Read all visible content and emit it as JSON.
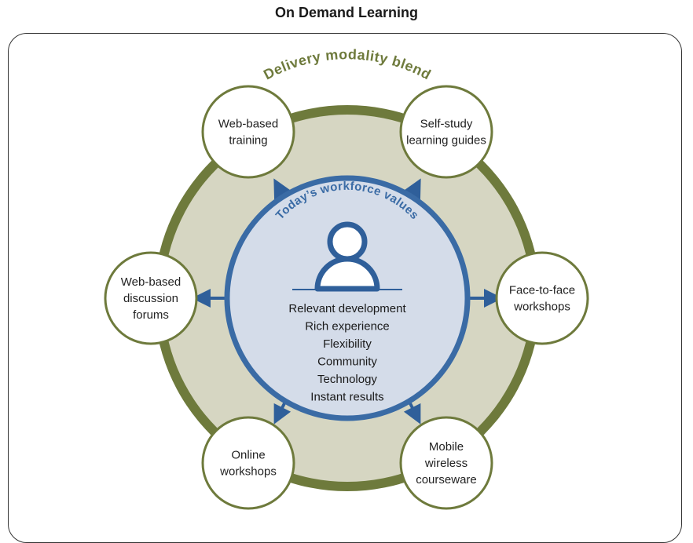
{
  "title": "On Demand Learning",
  "outer_label": "Delivery modality blend",
  "inner_label": "Today’s workforce values",
  "values": [
    "Relevant development",
    "Rich experience",
    "Flexibility",
    "Community",
    "Technology",
    "Instant results"
  ],
  "modalities": [
    {
      "id": "web-based-training",
      "lines": [
        "Web-based",
        "training"
      ]
    },
    {
      "id": "self-study-learning-guides",
      "lines": [
        "Self-study",
        "learning guides"
      ]
    },
    {
      "id": "face-to-face-workshops",
      "lines": [
        "Face-to-face",
        "workshops"
      ]
    },
    {
      "id": "mobile-wireless-courseware",
      "lines": [
        "Mobile",
        "wireless",
        "courseware"
      ]
    },
    {
      "id": "online-workshops",
      "lines": [
        "Online",
        "workshops"
      ]
    },
    {
      "id": "web-based-discussion-forums",
      "lines": [
        "Web-based",
        "discussion",
        "forums"
      ]
    }
  ],
  "colors": {
    "outer_ring": "#6e7a3c",
    "outer_fill": "#d6d6c2",
    "inner_fill": "#d4dce9",
    "inner_ring": "#3a6ba5",
    "node_border": "#6e7a3c",
    "person_icon": "#2f5f9a"
  }
}
